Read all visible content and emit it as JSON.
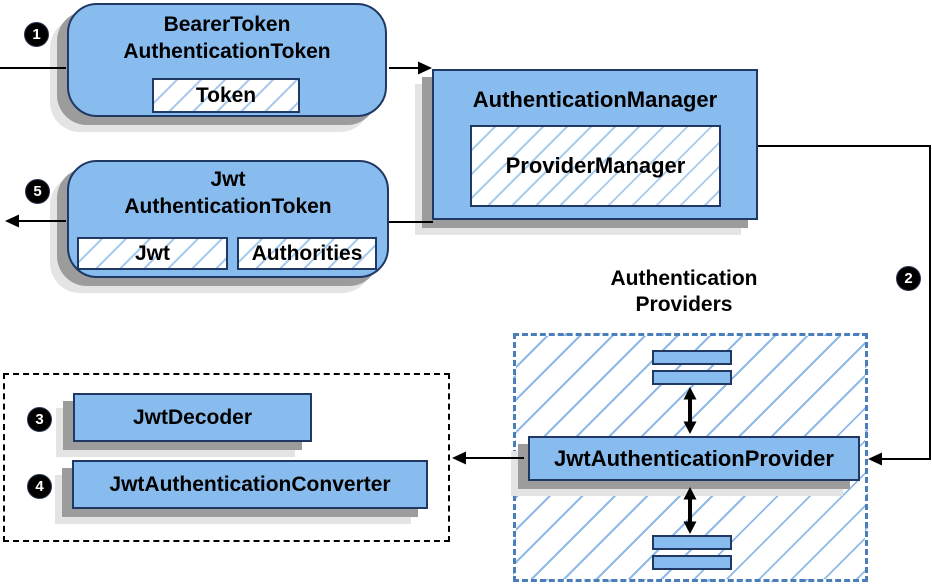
{
  "nodes": {
    "bearer_token": {
      "line1": "BearerToken",
      "line2": "AuthenticationToken",
      "inner": "Token"
    },
    "authentication_manager": {
      "title": "AuthenticationManager",
      "inner": "ProviderManager"
    },
    "jwt_token": {
      "line1": "Jwt",
      "line2": "AuthenticationToken",
      "inner_left": "Jwt",
      "inner_right": "Authorities"
    },
    "providers_group": {
      "label_line1": "Authentication",
      "label_line2": "Providers"
    },
    "jwt_provider": {
      "label": "JwtAuthenticationProvider"
    },
    "jwt_decoder": {
      "label": "JwtDecoder"
    },
    "jwt_converter": {
      "label": "JwtAuthenticationConverter"
    }
  },
  "steps": {
    "one": "1",
    "two": "2",
    "three": "3",
    "four": "4",
    "five": "5"
  },
  "colors": {
    "node_fill": "#89BCEE",
    "node_border": "#1F3864",
    "hatch_line": "#A9CBEE",
    "container_hatch_line": "#8FB9E8",
    "container_dash_border": "#4A7EBB",
    "arrow": "#000000",
    "shadow_dark": "#9C9C9C",
    "shadow_light": "#E4E4E4"
  }
}
